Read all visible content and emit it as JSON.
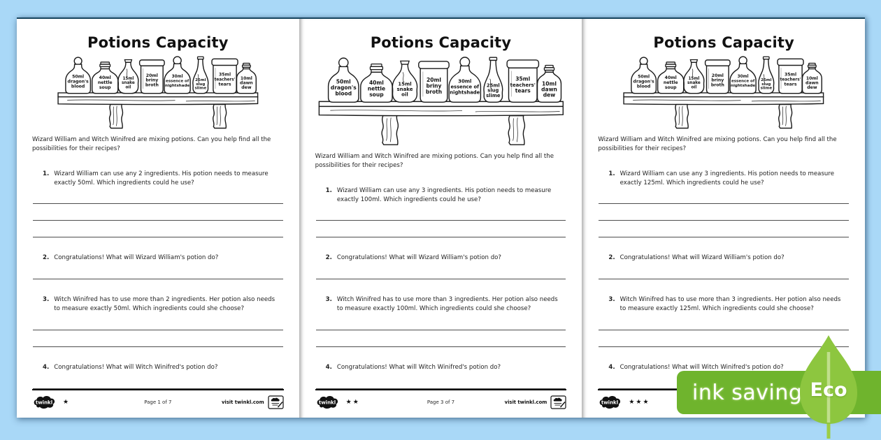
{
  "shared": {
    "title": "Potions Capacity",
    "intro": "Wizard William and Witch Winifred are mixing potions. Can you help find all the possibilities for their recipes?",
    "numbers": [
      "1.",
      "2.",
      "3.",
      "4."
    ],
    "q2": "Congratulations! What will Wizard William's potion do?",
    "q4": "Congratulations! What will Witch Winifred's potion do?",
    "q2_lines": 1,
    "q3_lines": 2,
    "q4_lines": 1,
    "footer": {
      "brand": "twinkl",
      "visit": "visit twinkl.com"
    },
    "bottles": [
      {
        "name": "dragons-blood",
        "lines": [
          "50ml",
          "dragon's",
          "blood"
        ]
      },
      {
        "name": "nettle-soup",
        "lines": [
          "40ml",
          "nettle",
          "soup"
        ]
      },
      {
        "name": "snake-oil",
        "lines": [
          "15ml",
          "snake",
          "oil"
        ]
      },
      {
        "name": "briny-broth",
        "lines": [
          "20ml",
          "briny",
          "broth"
        ]
      },
      {
        "name": "essence-of-nightshade",
        "lines": [
          "30ml",
          "essence of",
          "nightshade"
        ]
      },
      {
        "name": "slug-slime",
        "lines": [
          "25ml",
          "slug",
          "slime"
        ]
      },
      {
        "name": "teachers-tears",
        "lines": [
          "35ml",
          "teachers'",
          "tears"
        ]
      },
      {
        "name": "dawn-dew",
        "lines": [
          "10ml",
          "dawn",
          "dew"
        ]
      }
    ]
  },
  "pages": [
    {
      "q1": "Wizard William can use any 2 ingredients. His potion needs to measure exactly 50ml. Which ingredients could he use?",
      "q3": "Witch Winifred has to use more than 2 ingredients. Her potion also needs to measure exactly 50ml. Which ingredients could she choose?",
      "q1_lines": 3,
      "stars": 1,
      "page_label": "Page 1 of 7"
    },
    {
      "q1": "Wizard William can use any 3 ingredients. His potion needs to measure exactly 100ml. Which ingredients could he use?",
      "q3": "Witch Winifred has to use more than 3 ingredients. Her potion also needs to measure exactly 100ml. Which ingredients could she choose?",
      "q1_lines": 2,
      "stars": 2,
      "page_label": "Page 3 of 7"
    },
    {
      "q1": "Wizard William can use any 3 ingredients. His potion needs to measure exactly 125ml. Which ingredients could he use?",
      "q3": "Witch Winifred has to use more than 3 ingredients. Her potion also needs to measure exactly 125ml. Which ingredients could she choose?",
      "q1_lines": 3,
      "stars": 3,
      "page_label": ""
    }
  ],
  "eco_badge": {
    "ink_saving": "ink saving",
    "eco": "Eco",
    "banner_color": "#6fb42d",
    "leaf_color": "#8dc63f",
    "stem_color": "#b7dc73"
  }
}
